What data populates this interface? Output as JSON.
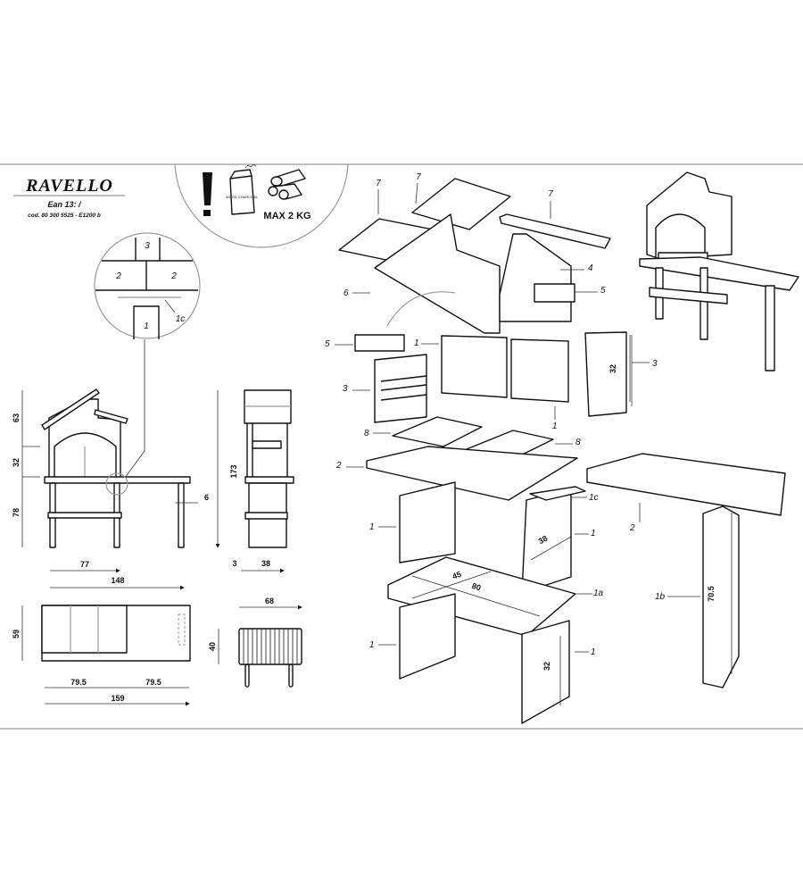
{
  "header": {
    "title": "RAVELLO",
    "ean": "Ean 13:  /",
    "code": "cod. 80 300 5525 - E1200 b"
  },
  "warning": {
    "icon": "exclamation-icon",
    "bag_label": "WOOD CHARCOAL",
    "max_load": "MAX 2 KG"
  },
  "detail": {
    "labels": [
      "3",
      "2",
      "2",
      "1",
      "1c"
    ]
  },
  "front_view": {
    "dims": {
      "roof": "63",
      "oven": "32",
      "base": "78",
      "leg": "6",
      "oven_width": "77",
      "total_width": "148"
    }
  },
  "side_view": {
    "dims": {
      "height": "173",
      "offset": "3",
      "depth": "38"
    }
  },
  "top_view": {
    "dims": {
      "depth": "59",
      "left": "79.5",
      "right": "79.5",
      "total": "159"
    }
  },
  "grill_view": {
    "dims": {
      "width": "68",
      "depth": "40"
    }
  },
  "exploded": {
    "labels": {
      "roof_left": "7",
      "roof_mid": "7",
      "roof_right": "7",
      "side_wall": "4",
      "brick_right": "5",
      "arch_front": "6",
      "brick_left": "5",
      "back_panel": "1",
      "side_left": "3",
      "side_right_dim": "32",
      "side_right": "3",
      "back_panel_b": "1",
      "grill_left": "8",
      "grill_right": "8",
      "top_slab": "2",
      "shim": "1c",
      "leg_upper_left": "1",
      "leg_upper_right_dim": "38",
      "leg_upper_right": "1",
      "shelf_dim_depth": "45",
      "shelf_dim_width": "80",
      "shelf": "1a",
      "table_leg": "1b",
      "table_leg_dim": "70.5",
      "table_slab": "2",
      "leg_lower_left": "1",
      "leg_lower_right_dim": "32",
      "leg_lower_right": "1"
    }
  }
}
